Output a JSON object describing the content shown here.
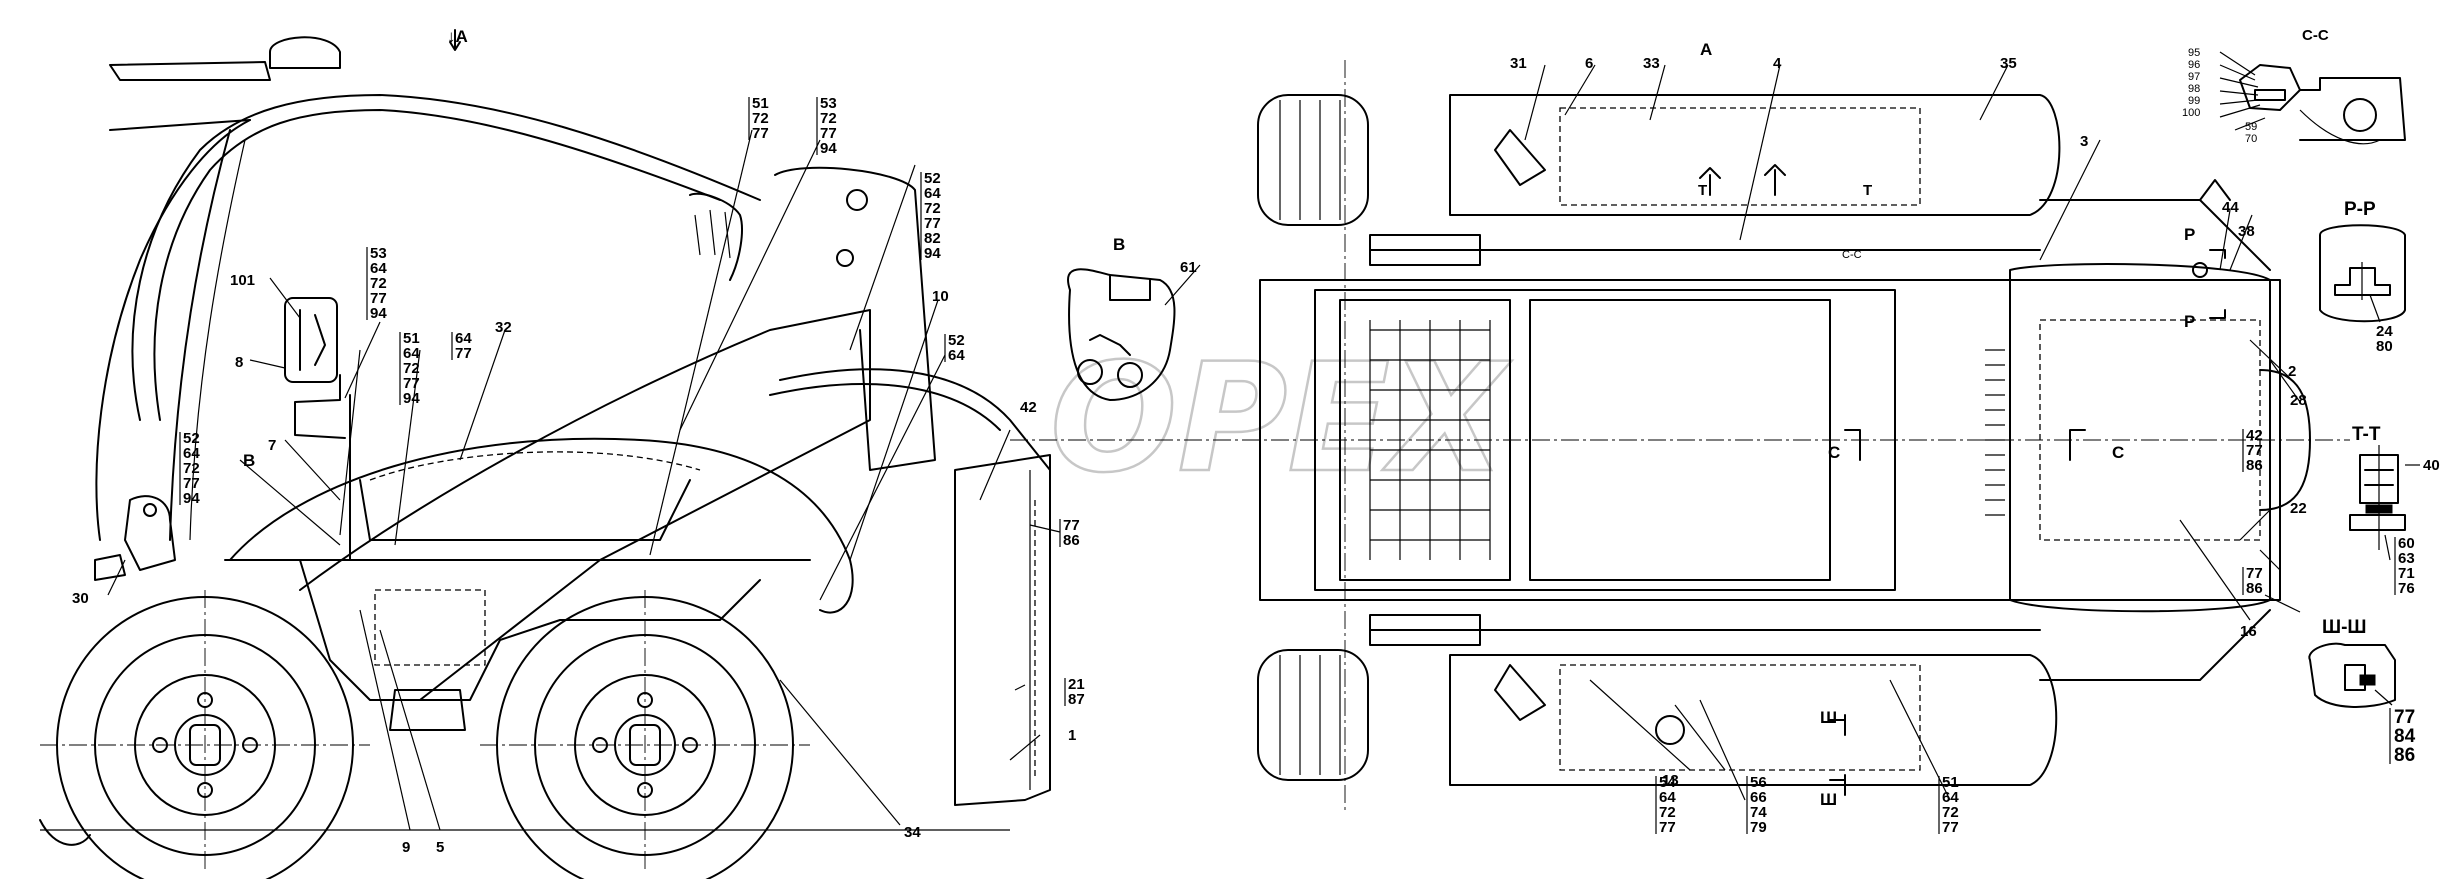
{
  "watermark": "OPEX",
  "sections": {
    "view_a": "A",
    "arrow_a": "↓A",
    "view_b": "B",
    "view_b_detail": "B",
    "cc": "C-C",
    "pp": "P-P",
    "tt": "T-T",
    "shsh": "Ш-Ш",
    "cc_center": "C-C",
    "cut_c_left": "C",
    "cut_c_right": "C",
    "cut_p_top": "P",
    "cut_p_bot": "P",
    "cut_t_1": "T",
    "cut_t_2": "T",
    "cut_sh_1": "Ш",
    "cut_sh_2": "Ш"
  },
  "callouts": {
    "c101": "101",
    "c8": "8",
    "c7": "7",
    "cB_side": "B",
    "c30": "30",
    "c9": "9",
    "c5": "5",
    "c34": "34",
    "c1": "1",
    "c10": "10",
    "c32": "32",
    "c42_side": "42",
    "c61": "61",
    "c31": "31",
    "c6": "6",
    "c33": "33",
    "c4": "4",
    "c35": "35",
    "c3": "3",
    "c44": "44",
    "c38": "38",
    "c2": "2",
    "c28": "28",
    "c22": "22",
    "c16": "16",
    "c13": "13",
    "c40": "40"
  },
  "stacks": {
    "s_52_64_72_77_94": [
      "52",
      "64",
      "72",
      "77",
      "94"
    ],
    "s_53_64_72_77_94": [
      "53",
      "64",
      "72",
      "77",
      "94"
    ],
    "s_51_64_72_77_94": [
      "51",
      "64",
      "72",
      "77",
      "94"
    ],
    "s_64_77": [
      "64",
      "77"
    ],
    "s_51_72_77": [
      "51",
      "72",
      "77"
    ],
    "s_53_72_77_94": [
      "53",
      "72",
      "77",
      "94"
    ],
    "s_52_64_72_77_82_94": [
      "52",
      "64",
      "72",
      "77",
      "82",
      "94"
    ],
    "s_52_64": [
      "52",
      "64"
    ],
    "s_77_86_side": [
      "77",
      "86"
    ],
    "s_21_87": [
      "21",
      "87"
    ],
    "s_cc": [
      "95",
      "96",
      "97",
      "98",
      "99",
      "100"
    ],
    "s_59_70": [
      "59",
      "70"
    ],
    "s_24_80": [
      "24",
      "80"
    ],
    "s_42_77_86": [
      "42",
      "77",
      "86"
    ],
    "s_77_86_top": [
      "77",
      "86"
    ],
    "s_60_63_71_76": [
      "60",
      "63",
      "71",
      "76"
    ],
    "s_77_84_86": [
      "77",
      "84",
      "86"
    ],
    "s_54_64_72_77": [
      "54",
      "64",
      "72",
      "77"
    ],
    "s_56_66_74_79": [
      "56",
      "66",
      "74",
      "79"
    ],
    "s_51_64_72_77_bot": [
      "51",
      "64",
      "72",
      "77"
    ]
  }
}
